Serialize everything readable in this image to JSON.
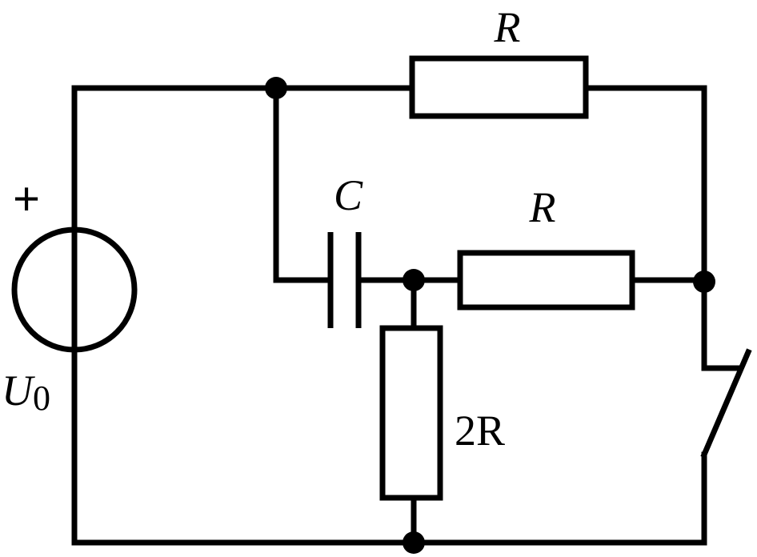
{
  "source": {
    "plus_sign": "+",
    "label_main": "U",
    "label_sub": "0"
  },
  "resistor_top": {
    "label": "R"
  },
  "capacitor": {
    "label": "C"
  },
  "resistor_middle": {
    "label": "R"
  },
  "resistor_bottom": {
    "label": "2R"
  }
}
